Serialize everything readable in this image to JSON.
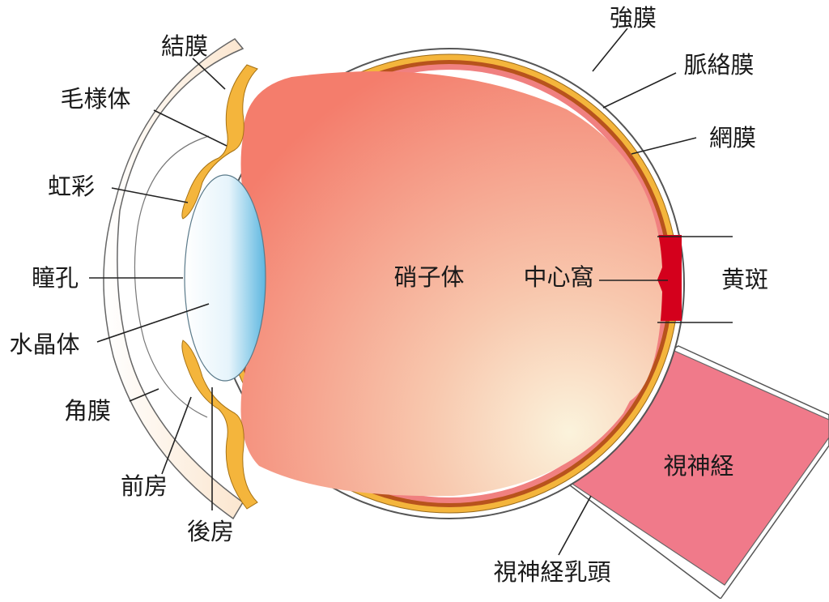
{
  "labels": {
    "conjunctiva": "結膜",
    "ciliary_body": "毛様体",
    "iris": "虹彩",
    "pupil": "瞳孔",
    "lens": "水晶体",
    "cornea": "角膜",
    "anterior_chamber": "前房",
    "posterior_chamber": "後房",
    "sclera": "強膜",
    "choroid": "脈絡膜",
    "retina": "網膜",
    "macula": "黄斑",
    "vitreous": "硝子体",
    "fovea": "中心窩",
    "optic_nerve": "視神経",
    "optic_disc": "視神経乳頭"
  },
  "colors": {
    "vitreous_dark": "#f47d6c",
    "vitreous_light": "#fbf3dc",
    "sclera_band": "#f4b53c",
    "choroid_band": "#b8531c",
    "retina_band": "#f08080",
    "macula": "#d4001c",
    "optic_nerve": "#f07a8a",
    "lens_edge": "#5db7e0"
  }
}
